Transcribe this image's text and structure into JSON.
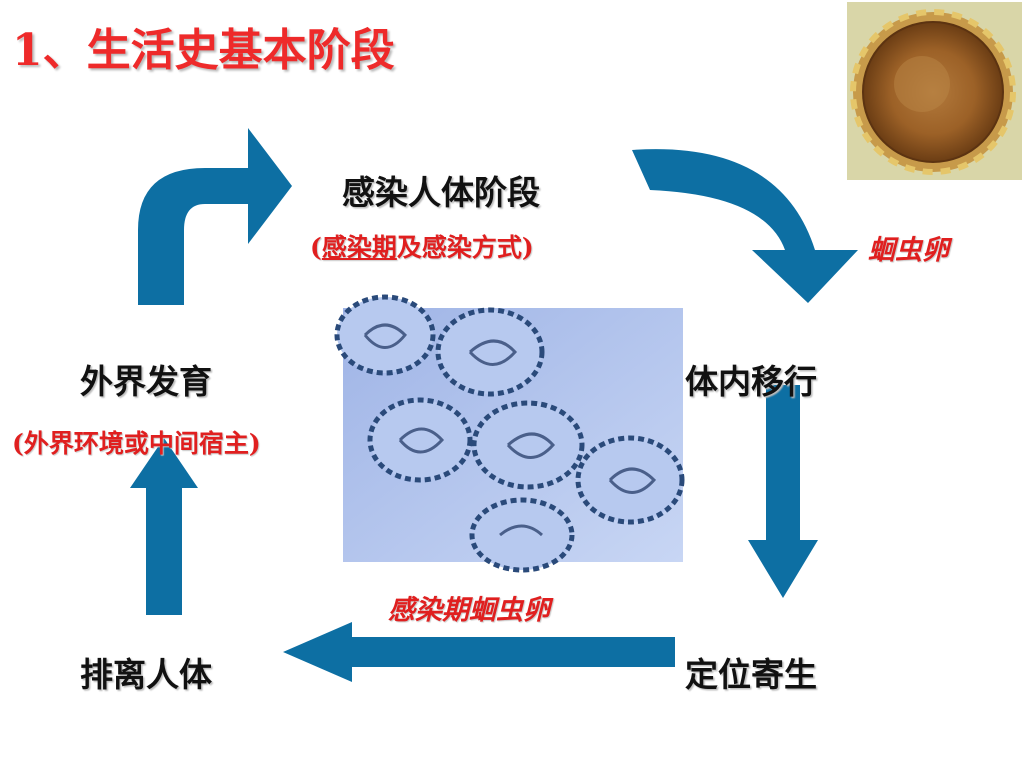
{
  "slide": {
    "title": "1、生活史基本阶段"
  },
  "stages": {
    "infect": {
      "label": "感染人体阶段",
      "detail_open": "(",
      "detail_underlined": "感染期",
      "detail_rest": "及感染方式",
      "detail_close": ")"
    },
    "migrate": {
      "label": "体内移行"
    },
    "parasitize": {
      "label": "定位寄生"
    },
    "excrete": {
      "label": "排离人体"
    },
    "develop": {
      "label": "外界发育",
      "detail": "(外界环境或中间宿主)"
    }
  },
  "notes": {
    "egg": "蛔虫卵",
    "infective_egg": "感染期蛔虫卵"
  },
  "colors": {
    "title": "#ee2a2a",
    "arrow": "#0d6fa3",
    "note": "#e01f1f"
  },
  "icons": {
    "single_egg_photo": "roundworm-egg-photo",
    "egg_cluster_photo": "infective-egg-micrograph"
  }
}
